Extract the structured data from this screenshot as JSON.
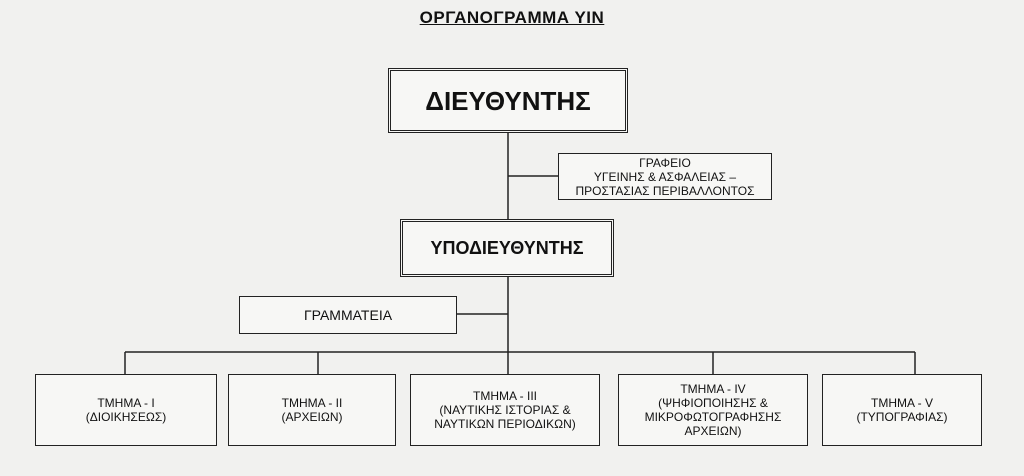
{
  "title": "ΟΡΓΑΝΟΓΡΑΜΜΑ ΥΙΝ",
  "director": "ΔΙΕΥΘΥΝΤΗΣ",
  "safety_office": [
    "ΓΡΑΦΕΙΟ",
    "ΥΓΕΙΝΗΣ & ΑΣΦΑΛΕΙΑΣ –",
    "ΠΡΟΣΤΑΣΙΑΣ ΠΕΡΙΒΑΛΛΟΝΤΟΣ"
  ],
  "deputy_director": "ΥΠΟΔΙΕΥΘΥΝΤΗΣ",
  "secretariat": "ΓΡΑΜΜΑΤΕΙΑ",
  "departments": [
    {
      "name": "ΤΜΗΜΑ - Ι",
      "lines": [
        "(ΔΙΟΙΚΗΣΕΩΣ)"
      ]
    },
    {
      "name": "ΤΜΗΜΑ - ΙΙ",
      "lines": [
        "(ΑΡΧΕΙΩΝ)"
      ]
    },
    {
      "name": "ΤΜΗΜΑ - ΙΙΙ",
      "lines": [
        "(ΝΑΥΤΙΚΗΣ ΙΣΤΟΡΙΑΣ &",
        "ΝΑΥΤΙΚΩΝ ΠΕΡΙΟΔΙΚΩΝ)"
      ]
    },
    {
      "name": "ΤΜΗΜΑ - IV",
      "lines": [
        "(ΨΗΦΙΟΠΟΙΗΣΗΣ &",
        "ΜΙΚΡΟΦΩΤΟΓΡΑΦΗΣΗΣ",
        "ΑΡΧΕΙΩΝ)"
      ]
    },
    {
      "name": "ΤΜΗΜΑ - V",
      "lines": [
        "(ΤΥΠΟΓΡΑΦΙΑΣ)"
      ]
    }
  ]
}
